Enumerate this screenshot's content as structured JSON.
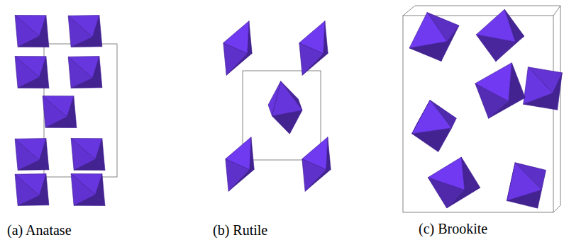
{
  "diagram": {
    "labels": [
      "(a) Anatase",
      "(b) Rutile",
      "(c) Brookite"
    ]
  }
}
